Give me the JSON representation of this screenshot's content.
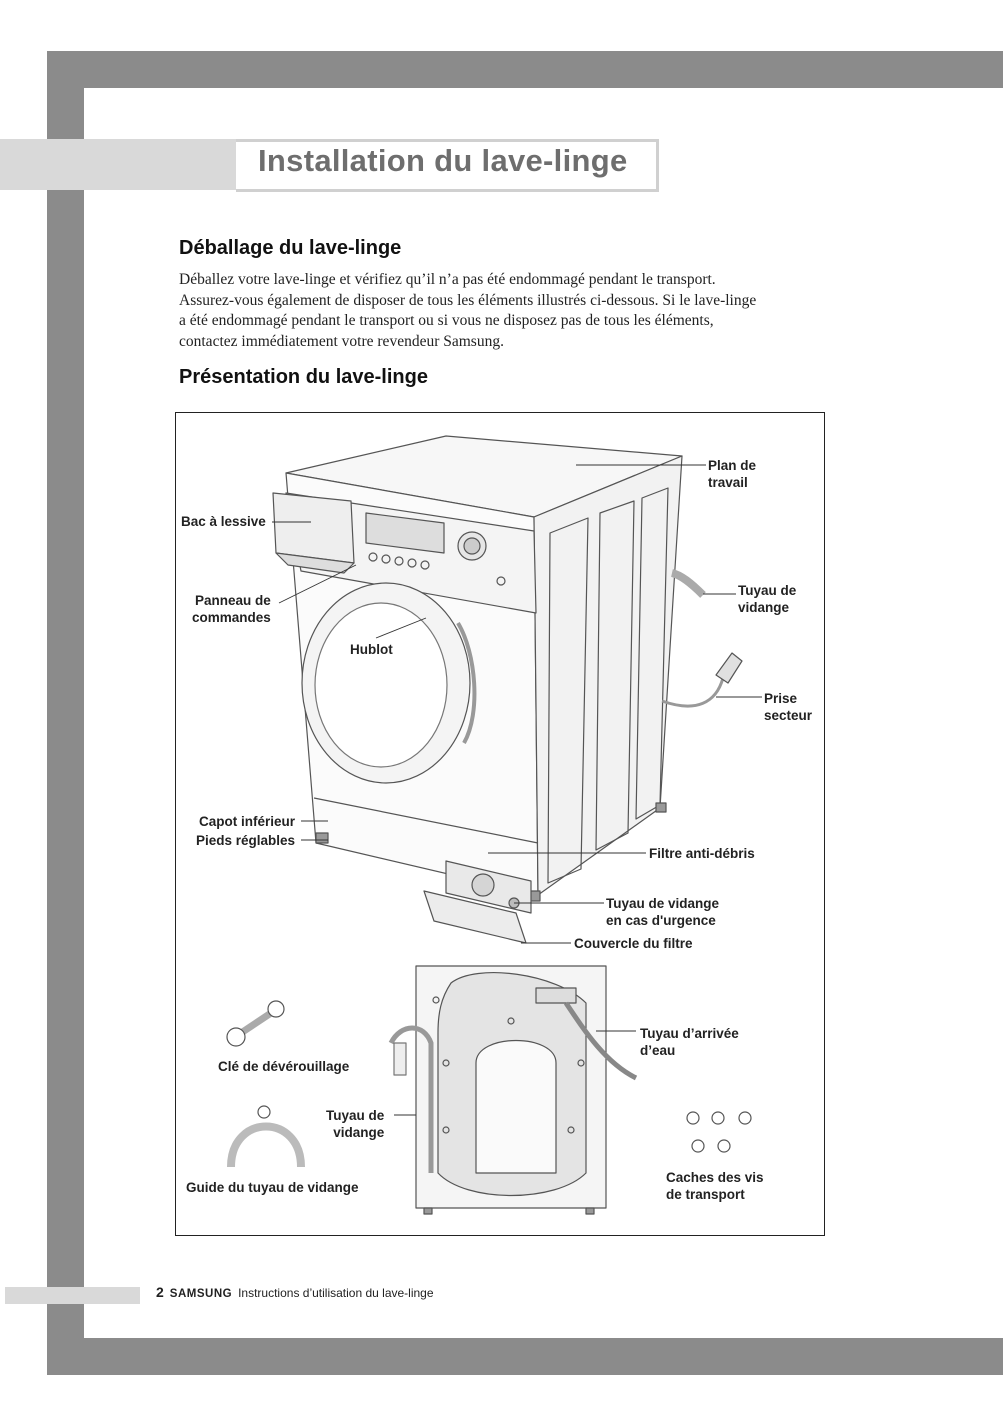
{
  "page_title": "Installation du lave-linge",
  "sections": {
    "unpacking": {
      "heading": "Déballage du lave-linge",
      "lines": [
        "Déballez votre lave-linge et vérifiez qu’il n’a pas été endommagé pendant le transport.",
        "Assurez-vous également de disposer de tous les éléments illustrés ci-dessous. Si le lave-linge",
        "a été endommagé pendant le transport ou si vous ne disposez pas de tous les éléments,",
        "contactez immédiatement votre revendeur Samsung."
      ]
    },
    "overview": {
      "heading": "Présentation du lave-linge"
    }
  },
  "labels": {
    "plan_de_travail": [
      "Plan de",
      "travail"
    ],
    "bac_a_lessive": "Bac à lessive",
    "panneau": [
      "Panneau de",
      "commandes"
    ],
    "hublot": "Hublot",
    "tuyau_vidange_top": [
      "Tuyau de",
      "vidange"
    ],
    "prise": [
      "Prise",
      "secteur"
    ],
    "capot": "Capot inférieur",
    "pieds": "Pieds réglables",
    "filtre": "Filtre anti-débris",
    "tuyau_urgence": [
      "Tuyau de vidange",
      "en cas d'urgence"
    ],
    "couvercle": "Couvercle du filtre",
    "arrivee": [
      "Tuyau d’arrivée",
      "d’eau"
    ],
    "cle": "Clé de dévérouillage",
    "tuyau_vidange_bottom": [
      "Tuyau de",
      "vidange"
    ],
    "guide": "Guide du tuyau de vidange",
    "caches": [
      "Caches des vis",
      "de transport"
    ]
  },
  "footer": {
    "page_number": "2",
    "brand": "SAMSUNG",
    "text": "Instructions d’utilisation du lave-linge"
  }
}
